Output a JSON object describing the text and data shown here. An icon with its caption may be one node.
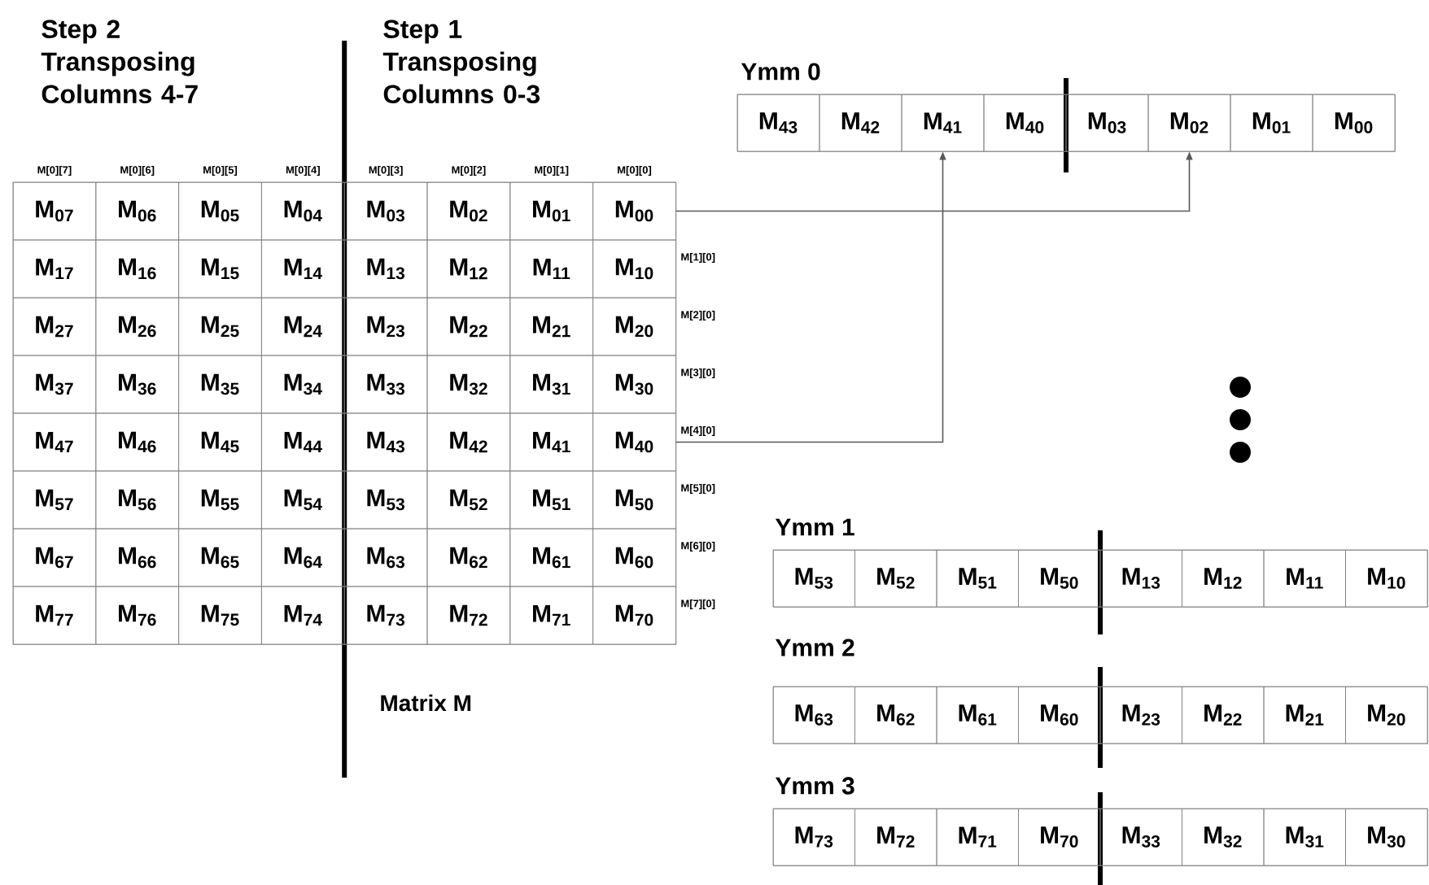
{
  "diagram": {
    "nodes": [
      {
        "text": [
          "Matrix M"
        ]
      },
      {
        "text": [
          "M$_{07}$"
        ],
        "in": 0
      },
      {
        "text": [
          "M$_{06}$"
        ],
        "in": 0
      },
      {
        "text": [
          "M$_{05}$"
        ],
        "in": 0
      },
      {
        "text": [
          "M$_{04}$"
        ],
        "in": 0
      },
      {
        "text": [
          "M$_{03}$"
        ],
        "in": 0
      },
      {
        "text": [
          "M$_{02}$"
        ],
        "in": 0
      },
      {
        "text": [
          "M$_{01}$"
        ],
        "in": 0
      },
      {
        "text": [
          "M$_{00}$"
        ],
        "in": 0
      },
      {
        "text": [
          "M$_{17}$"
        ],
        "in": 0
      },
      {
        "text": [
          "M$_{16}$"
        ],
        "in": 0
      },
      {
        "text": [
          "M$_{15}$"
        ],
        "in": 0
      },
      {
        "text": [
          "M$_{14}$"
        ],
        "in": 0
      },
      {
        "text": [
          "M$_{13}$"
        ],
        "in": 0
      },
      {
        "text": [
          "M$_{12}$"
        ],
        "in": 0
      },
      {
        "text": [
          "M$_{11}$"
        ],
        "in": 0
      },
      {
        "text": [
          "M$_{10}$"
        ],
        "in": 0
      },
      {
        "text": [
          "M$_{27}$"
        ],
        "in": 0
      },
      {
        "text": [
          "M$_{26}$"
        ],
        "in": 0
      },
      {
        "text": [
          "M$_{25}$"
        ],
        "in": 0
      },
      {
        "text": [
          "M$_{24}$"
        ],
        "in": 0
      },
      {
        "text": [
          "M$_{23}$"
        ],
        "in": 0
      },
      {
        "text": [
          "M$_{22}$"
        ],
        "in": 0
      },
      {
        "text": [
          "M$_{21}$"
        ],
        "in": 0
      },
      {
        "text": [
          "M$_{20}$"
        ],
        "in": 0
      },
      {
        "text": [
          "M$_{37}$"
        ],
        "in": 0
      },
      {
        "text": [
          "M$_{36}$"
        ],
        "in": 0
      },
      {
        "text": [
          "M$_{35}$"
        ],
        "in": 0
      },
      {
        "text": [
          "M$_{34}$"
        ],
        "in": 0
      },
      {
        "text": [
          "M$_{33}$"
        ],
        "in": 0
      },
      {
        "text": [
          "M$_{32}$"
        ],
        "in": 0
      },
      {
        "text": [
          "M$_{31}$"
        ],
        "in": 0
      },
      {
        "text": [
          "M$_{30}$"
        ],
        "in": 0
      },
      {
        "text": [
          "M$_{47}$"
        ],
        "in": 0
      },
      {
        "text": [
          "M$_{46}$"
        ],
        "in": 0
      },
      {
        "text": [
          "M$_{45}$"
        ],
        "in": 0
      },
      {
        "text": [
          "M$_{44}$"
        ],
        "in": 0
      },
      {
        "text": [
          "M$_{43}$"
        ],
        "in": 0
      },
      {
        "text": [
          "M$_{42}$"
        ],
        "in": 0
      },
      {
        "text": [
          "M$_{41}$"
        ],
        "in": 0
      },
      {
        "text": [
          "M$_{40}$"
        ],
        "in": 0
      },
      {
        "text": [
          "M$_{57}$"
        ],
        "in": 0
      },
      {
        "text": [
          "M$_{56}$"
        ],
        "in": 0
      },
      {
        "text": [
          "M$_{55}$"
        ],
        "in": 0
      },
      {
        "text": [
          "M$_{54}$"
        ],
        "in": 0
      },
      {
        "text": [
          "M$_{53}$"
        ],
        "in": 0
      },
      {
        "text": [
          "M$_{52}$"
        ],
        "in": 0
      },
      {
        "text": [
          "M$_{51}$"
        ],
        "in": 0
      },
      {
        "text": [
          "M$_{50}$"
        ],
        "in": 0
      },
      {
        "text": [
          "M$_{67}$"
        ],
        "in": 0
      },
      {
        "text": [
          "M$_{66}$"
        ],
        "in": 0
      },
      {
        "text": [
          "M$_{65}$"
        ],
        "in": 0
      },
      {
        "text": [
          "M$_{64}$"
        ],
        "in": 0
      },
      {
        "text": [
          "M$_{63}$"
        ],
        "in": 0
      },
      {
        "text": [
          "M$_{62}$"
        ],
        "in": 0
      },
      {
        "text": [
          "M$_{61}$"
        ],
        "in": 0
      },
      {
        "text": [
          "M$_{60}$"
        ],
        "in": 0
      },
      {
        "text": [
          "M$_{77}$"
        ],
        "in": 0
      },
      {
        "text": [
          "M$_{76}$"
        ],
        "in": 0
      },
      {
        "text": [
          "M$_{75}$"
        ],
        "in": 0
      },
      {
        "text": [
          "M$_{74}$"
        ],
        "in": 0
      },
      {
        "text": [
          "M$_{73}$"
        ],
        "in": 0
      },
      {
        "text": [
          "M$_{72}$"
        ],
        "in": 0
      },
      {
        "text": [
          "M$_{71}$"
        ],
        "in": 0
      },
      {
        "text": [
          "M$_{70}$"
        ],
        "in": 0
      },
      {
        "text": [
          "Ymm 0"
        ]
      },
      {
        "text": [
          "M$_{43}$"
        ],
        "in": 65
      },
      {
        "text": [
          "M$_{42}$"
        ],
        "in": 65
      },
      {
        "text": [
          "M$_{41}$"
        ],
        "in": 65
      },
      {
        "text": [
          "M$_{40}$"
        ],
        "in": 65
      },
      {
        "text": [
          "M$_{03}$"
        ],
        "in": 65
      },
      {
        "text": [
          "M$_{02}$"
        ],
        "in": 65
      },
      {
        "text": [
          "M$_{01}$"
        ],
        "in": 65
      },
      {
        "text": [
          "M$_{00}$"
        ],
        "in": 65
      },
      {
        "text": [
          "Ymm 1"
        ]
      },
      {
        "text": [
          "M$_{53}$"
        ],
        "in": 74
      },
      {
        "text": [
          "M$_{52}$"
        ],
        "in": 74
      },
      {
        "text": [
          "M$_{51}$"
        ],
        "in": 74
      },
      {
        "text": [
          "M$_{50}$"
        ],
        "in": 74
      },
      {
        "text": [
          "M$_{13}$"
        ],
        "in": 74
      },
      {
        "text": [
          "M$_{12}$"
        ],
        "in": 74
      },
      {
        "text": [
          "M$_{11}$"
        ],
        "in": 74
      },
      {
        "text": [
          "M$_{10}$"
        ],
        "in": 74
      },
      {
        "text": [
          "Ymm 2"
        ]
      },
      {
        "text": [
          "M$_{63}$"
        ],
        "in": 83
      },
      {
        "text": [
          "M$_{62}$"
        ],
        "in": 83
      },
      {
        "text": [
          "M$_{61}$"
        ],
        "in": 83
      },
      {
        "text": [
          "M$_{60}$"
        ],
        "in": 83
      },
      {
        "text": [
          "M$_{23}$"
        ],
        "in": 83
      },
      {
        "text": [
          "M$_{22}$"
        ],
        "in": 83
      },
      {
        "text": [
          "M$_{21}$"
        ],
        "in": 83
      },
      {
        "text": [
          "M$_{20}$"
        ],
        "in": 83
      },
      {
        "text": [
          "Ymm 3"
        ]
      },
      {
        "text": [
          "M$_{73}$"
        ],
        "in": 92
      },
      {
        "text": [
          "M$_{72}$"
        ],
        "in": 92
      },
      {
        "text": [
          "M$_{71}$"
        ],
        "in": 92
      },
      {
        "text": [
          "M$_{70}$"
        ],
        "in": 92
      },
      {
        "text": [
          "M$_{33}$"
        ],
        "in": 92
      },
      {
        "text": [
          "M$_{32}$"
        ],
        "in": 92
      },
      {
        "text": [
          "M$_{31}$"
        ],
        "in": 92
      },
      {
        "text": [
          "M$_{30}$"
        ],
        "in": 92
      }
    ],
    "edges": [
      {
        "from": 8,
        "to": 71,
        "arrow": "to"
      },
      {
        "from": 40,
        "to": 68,
        "arrow": "to"
      }
    ],
    "labels": [
      "Step 2 Transposing Columns 4-7",
      "Step 1 Transposing Columns 0-3",
      "M[0][7]",
      "M[0][6]",
      "M[0][5]",
      "M[0][4]",
      "M[0][3]",
      "M[0][2]",
      "M[0][1]",
      "M[0][0]",
      "M[1][0]",
      "M[2][0]",
      "M[3][0]",
      "M[4][0]",
      "M[5][0]",
      "M[6][0]",
      "M[7][0]"
    ]
  }
}
